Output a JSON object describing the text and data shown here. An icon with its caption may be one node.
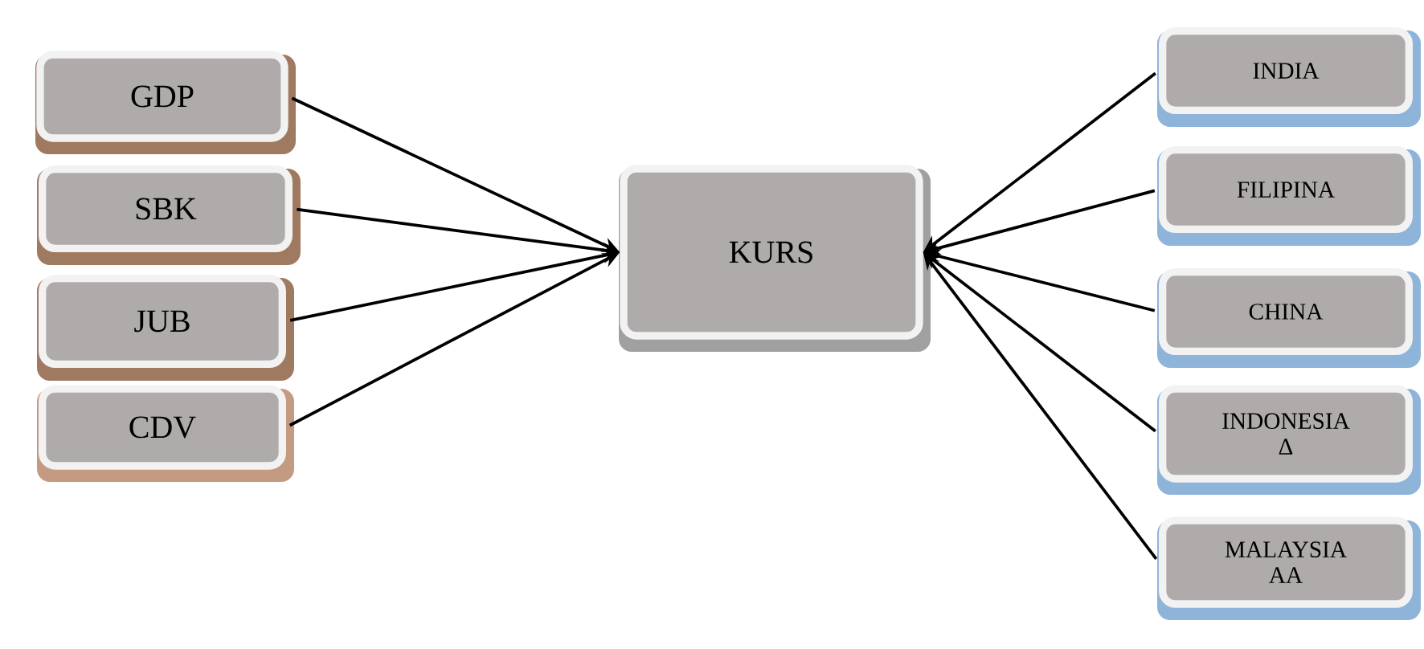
{
  "diagram": {
    "nodes": [
      {
        "text": [
          "GDP"
        ]
      },
      {
        "text": [
          "SBK"
        ]
      },
      {
        "text": [
          "JUB"
        ]
      },
      {
        "text": [
          "CDV"
        ]
      },
      {
        "text": [
          "KURS"
        ]
      },
      {
        "text": [
          "INDIA"
        ]
      },
      {
        "text": [
          "FILIPINA"
        ]
      },
      {
        "text": [
          "CHINA"
        ]
      },
      {
        "text": [
          "INDONESIA Δ"
        ]
      },
      {
        "text": [
          "MALAYSIA AA"
        ]
      }
    ],
    "edges": [
      {
        "from": 0,
        "to": 4,
        "arrow": "to"
      },
      {
        "from": 1,
        "to": 4,
        "arrow": "to"
      },
      {
        "from": 2,
        "to": 4,
        "arrow": "to"
      },
      {
        "from": 3,
        "to": 4,
        "arrow": "to"
      },
      {
        "from": 5,
        "to": 4,
        "arrow": "to"
      },
      {
        "from": 6,
        "to": 4,
        "arrow": "to"
      },
      {
        "from": 7,
        "to": 4,
        "arrow": "to"
      },
      {
        "from": 8,
        "to": 4,
        "arrow": "to"
      },
      {
        "from": 9,
        "to": 4,
        "arrow": "to"
      }
    ]
  }
}
